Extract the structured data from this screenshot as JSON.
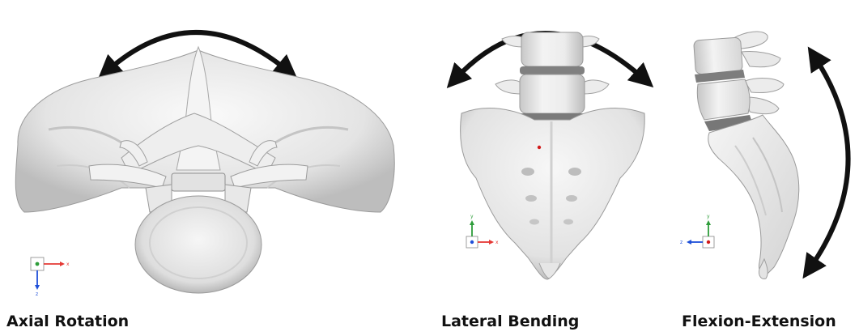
{
  "panels": [
    {
      "id": "axial",
      "caption": "Axial Rotation",
      "view": "superior",
      "axes": [
        {
          "letter": "x",
          "color": "#e53935",
          "direction": "right"
        },
        {
          "letter": "z",
          "color": "#1e4fd8",
          "direction": "down"
        }
      ]
    },
    {
      "id": "lateral",
      "caption": "Lateral Bending",
      "view": "posterior",
      "axes": [
        {
          "letter": "y",
          "color": "#2e9d3a",
          "direction": "up"
        },
        {
          "letter": "x",
          "color": "#e53935",
          "direction": "right"
        }
      ]
    },
    {
      "id": "flexion",
      "caption": "Flexion-Extension",
      "view": "lateral",
      "axes": [
        {
          "letter": "y",
          "color": "#2e9d3a",
          "direction": "up"
        },
        {
          "letter": "z",
          "color": "#1e4fd8",
          "direction": "left"
        }
      ]
    }
  ],
  "colors": {
    "bone_fill": "#ededed",
    "bone_shade": "#cfcfcf",
    "bone_outline": "#9a9a9a",
    "disc": "#7d7d7d",
    "arrow": "#111111",
    "marker": "#d11a1a"
  }
}
